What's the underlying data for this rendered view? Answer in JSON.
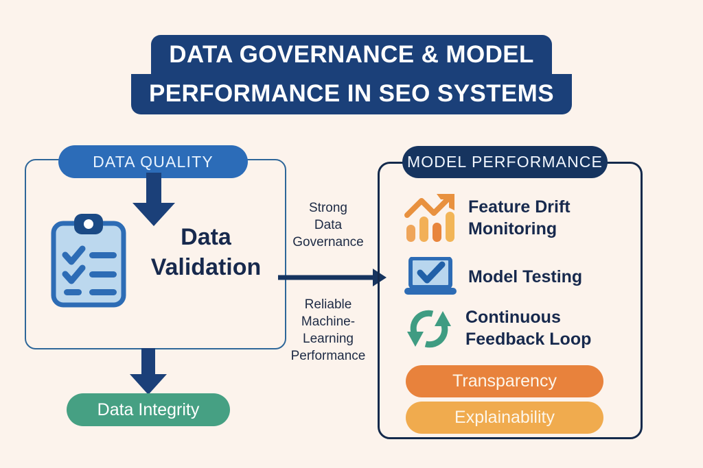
{
  "page": {
    "background_color": "#fcf3ec",
    "navy": "#1b4079",
    "blue": "#2c6cb8",
    "green": "#46a083",
    "orange_dark": "#e8823c",
    "orange_light": "#f0ab4e"
  },
  "title": {
    "line1": "DATA GOVERNANCE & MODEL",
    "line2": "PERFORMANCE IN SEO SYSTEMS"
  },
  "left_panel": {
    "badge": "DATA QUALITY",
    "icon_name": "clipboard-checklist-icon",
    "node_label_line1": "Data",
    "node_label_line2": "Validation",
    "output_pill": "Data Integrity"
  },
  "connector": {
    "top_label_line1": "Strong",
    "top_label_line2": "Data",
    "top_label_line3": "Governance",
    "bottom_label_line1": "Reliable",
    "bottom_label_line2": "Machine-",
    "bottom_label_line3": "Learning",
    "bottom_label_line4": "Performance"
  },
  "right_panel": {
    "badge": "MODEL PERFORMANCE",
    "items": [
      {
        "icon": "growth-chart-icon",
        "line1": "Feature Drift",
        "line2": "Monitoring"
      },
      {
        "icon": "laptop-check-icon",
        "line1": "Model Testing",
        "line2": ""
      },
      {
        "icon": "refresh-loop-icon",
        "line1": "Continuous",
        "line2": "Feedback Loop"
      }
    ],
    "tags": [
      {
        "label": "Transparency",
        "color": "#e8823c"
      },
      {
        "label": "Explainability",
        "color": "#f0ab4e"
      }
    ]
  }
}
